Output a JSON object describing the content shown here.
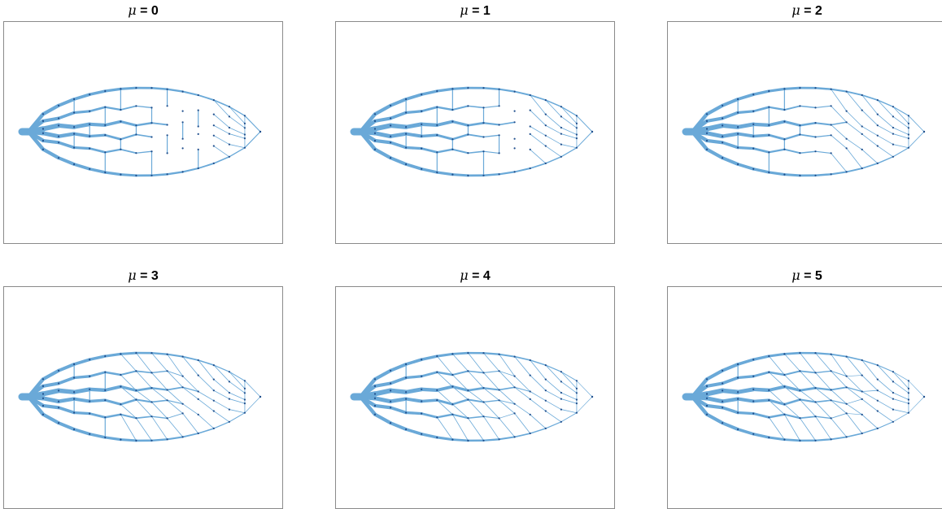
{
  "panels": [
    {
      "symbol": "μ",
      "rest": " = 0",
      "mu": 0
    },
    {
      "symbol": "μ",
      "rest": " = 1",
      "mu": 1
    },
    {
      "symbol": "μ",
      "rest": " = 2",
      "mu": 2
    },
    {
      "symbol": "μ",
      "rest": " = 3",
      "mu": 3
    },
    {
      "symbol": "μ",
      "rest": " = 4",
      "mu": 4
    },
    {
      "symbol": "μ",
      "rest": " = 5",
      "mu": 5
    }
  ],
  "colors": {
    "network": "#6aa9d8",
    "node": "#1f4e8c",
    "frame": "#8a8a8a"
  }
}
